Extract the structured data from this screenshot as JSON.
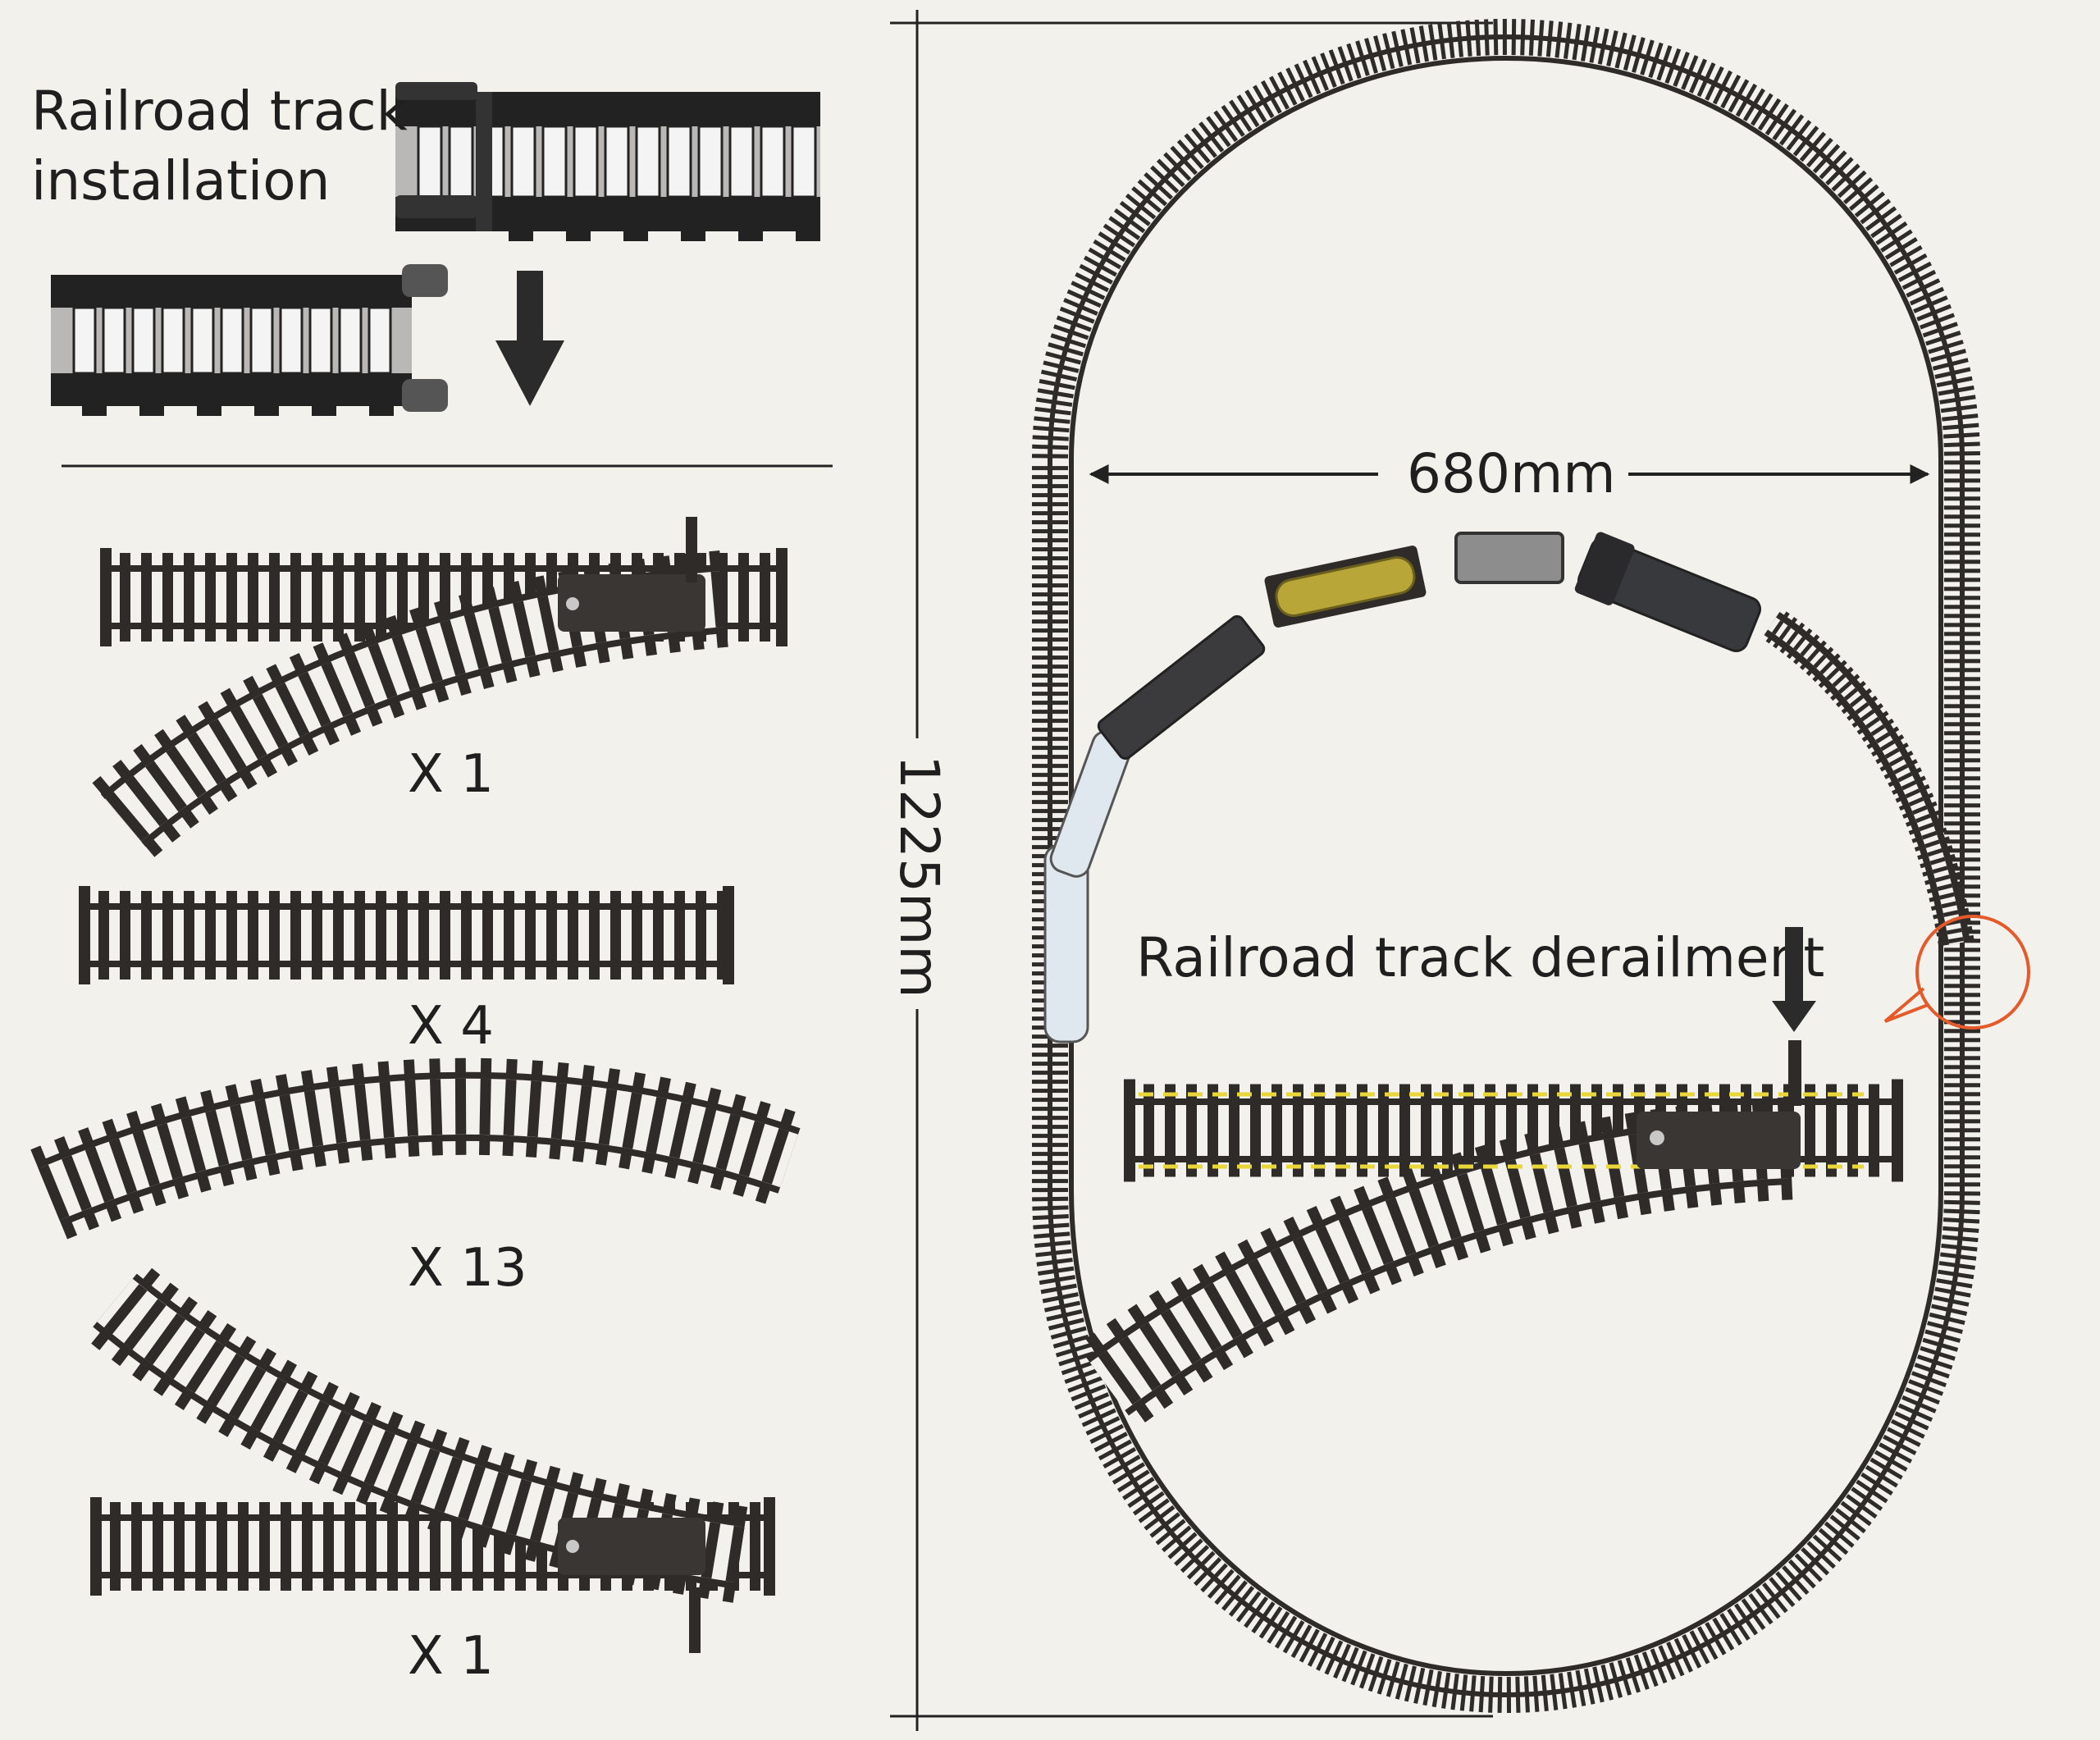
{
  "installation": {
    "title_line1": "Railroad track",
    "title_line2": "installation"
  },
  "parts": [
    {
      "kind": "switch-left",
      "qty": "X 1"
    },
    {
      "kind": "straight",
      "qty": "X 4"
    },
    {
      "kind": "curve",
      "qty": "X 13"
    },
    {
      "kind": "switch-right",
      "qty": "X 1"
    }
  ],
  "layout": {
    "width_label": "680mm",
    "height_label": "1225mm",
    "derailment_label": "Railroad track derailment"
  },
  "colors": {
    "background": "#f2f1ec",
    "track": "#2e2b29",
    "highlight": "#e45a2a",
    "guide": "#e8d63a",
    "tanker": "#b8a638"
  }
}
